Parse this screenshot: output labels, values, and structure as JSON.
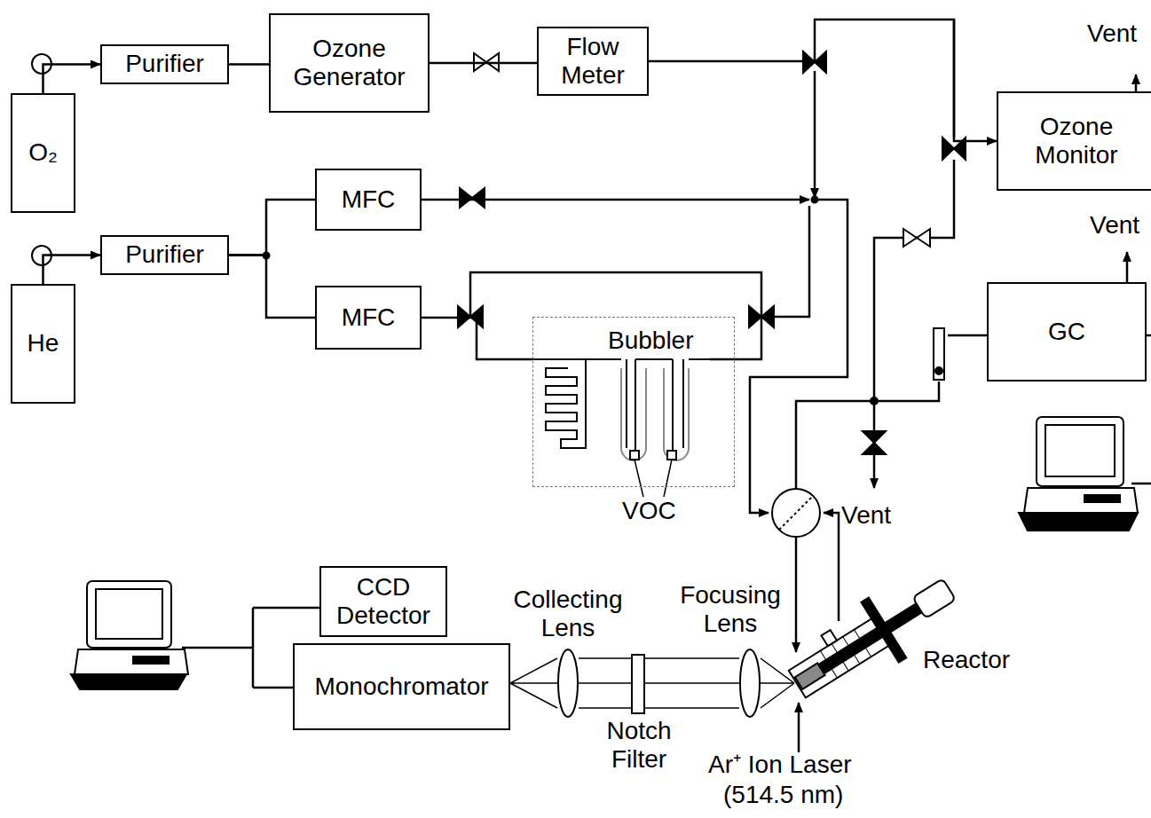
{
  "diagram": {
    "nodes": [
      {
        "text": [
          "O₂"
        ]
      },
      {
        "text": [
          "Purifier"
        ]
      },
      {
        "text": [
          "Ozone Generator"
        ]
      },
      {
        "text": [
          "Flow Meter"
        ]
      },
      {
        "text": [
          "Ozone Monitor"
        ]
      },
      {
        "text": [
          "MFC"
        ]
      },
      {
        "text": [
          "He"
        ]
      },
      {
        "text": [
          "Purifier"
        ]
      },
      {
        "text": [
          "MFC"
        ]
      },
      {
        "text": [
          "Bubbler",
          "VOC"
        ]
      },
      {
        "text": [
          "GC"
        ]
      },
      {
        "text": [
          "CCD Detector"
        ]
      },
      {
        "text": [
          "Monochromator"
        ]
      }
    ],
    "edges": [
      {
        "from": 0,
        "to": 1,
        "arrow": "to"
      },
      {
        "from": 1,
        "to": 2,
        "arrow": "none"
      },
      {
        "from": 2,
        "to": 3,
        "arrow": "none"
      },
      {
        "from": 3,
        "to": 4,
        "arrow": "to"
      },
      {
        "from": 6,
        "to": 7,
        "arrow": "to"
      },
      {
        "from": 7,
        "to": 5,
        "arrow": "none"
      },
      {
        "from": 7,
        "to": 8,
        "arrow": "none"
      },
      {
        "from": 8,
        "to": 9,
        "arrow": "none"
      }
    ],
    "labels": [
      "Vent",
      "Vent",
      "Vent",
      "Reactor",
      "Collecting Lens",
      "Focusing Lens",
      "Notch Filter",
      "Ar⁺ Ion Laser",
      "(514.5 nm)"
    ]
  }
}
